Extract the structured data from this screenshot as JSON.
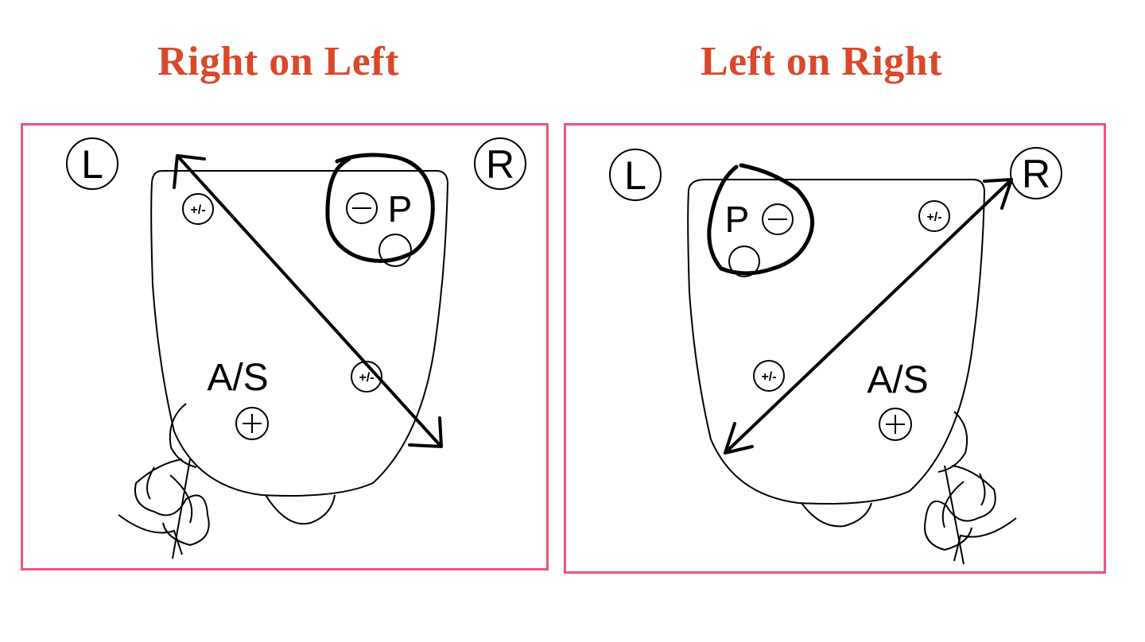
{
  "titles": {
    "left": "Right on Left",
    "right": "Left on Right"
  },
  "colors": {
    "title": "#d9482a",
    "frame": "#e8577a",
    "ink": "#000000"
  },
  "left_panel": {
    "corner_left": "L",
    "corner_right": "R",
    "primary_label": "P",
    "primary_sign": "⊖",
    "as_label": "A/S",
    "as_sign": "⊕",
    "neutral_sign_a": "+/-",
    "neutral_sign_b": "+/-"
  },
  "right_panel": {
    "corner_left": "L",
    "corner_right": "R",
    "primary_label": "P",
    "primary_sign": "⊖",
    "as_label": "A/S",
    "as_sign": "⊕",
    "neutral_sign_a": "+/-",
    "neutral_sign_b": "+/-"
  }
}
